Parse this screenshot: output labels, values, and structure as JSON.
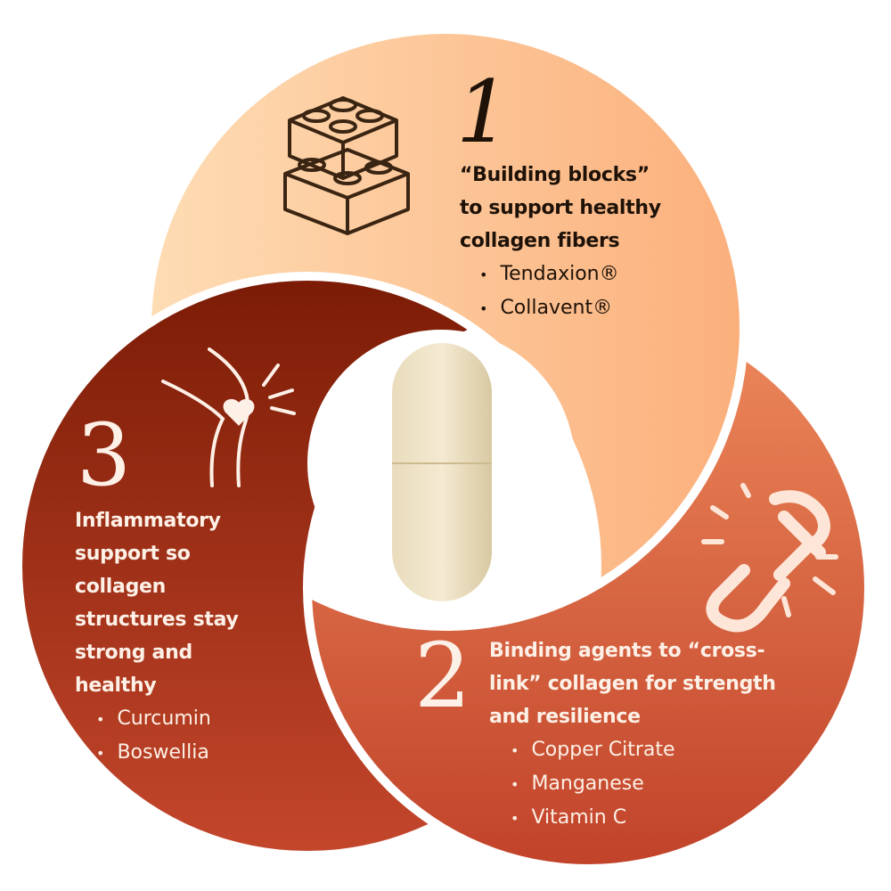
{
  "section1": {
    "number": "1",
    "heading": [
      "“Building blocks”",
      "to support healthy",
      "collagen fibers"
    ],
    "items": [
      "Tendaxion®",
      "Collavent®"
    ],
    "icon": "building-blocks-icon"
  },
  "section2": {
    "number": "2",
    "heading": [
      "Binding agents to “cross-",
      "link” collagen for strength",
      "and resilience"
    ],
    "items": [
      "Copper Citrate",
      "Manganese",
      "Vitamin C"
    ],
    "icon": "chain-link-icon"
  },
  "section3": {
    "number": "3",
    "heading": [
      "Inflammatory",
      "support so",
      "collagen",
      "structures stay",
      "strong and",
      "healthy"
    ],
    "items": [
      "Curcumin",
      "Boswellia"
    ],
    "icon": "knee-heart-icon"
  },
  "colors": {
    "peach_light": "#fedcb4",
    "peach": "#fbb07c",
    "orange_top": "#ee8a5c",
    "orange_bottom": "#c1432a",
    "red_top": "#7c1c06",
    "red_bottom": "#c3462b",
    "text_dark": "#1e1208",
    "text_light": "#fdf0e6"
  }
}
